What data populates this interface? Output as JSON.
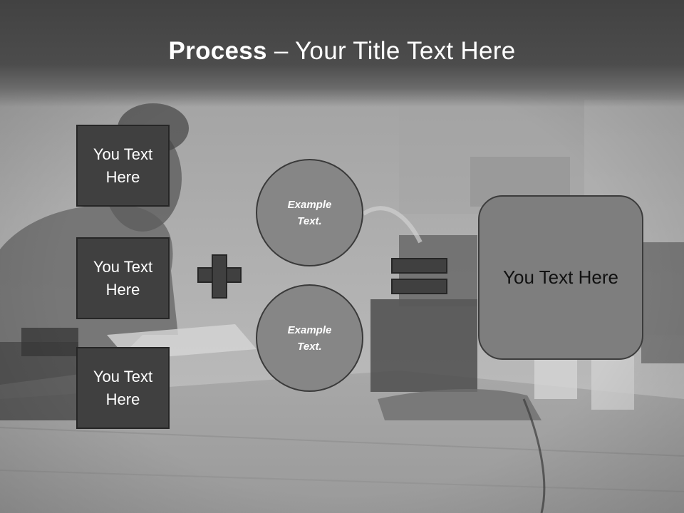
{
  "title": {
    "bold": "Process",
    "rest": " – Your Title Text Here"
  },
  "inputs": [
    {
      "label": "You Text Here"
    },
    {
      "label": "You Text Here"
    },
    {
      "label": "You Text Here"
    }
  ],
  "circles": [
    {
      "label": "Example Text."
    },
    {
      "label": "Example Text."
    }
  ],
  "result": {
    "label": "You Text Here"
  },
  "colors": {
    "header": "#424242",
    "dark_box": "#404040",
    "circle": "#868686",
    "result_box": "#7e7e7e"
  }
}
